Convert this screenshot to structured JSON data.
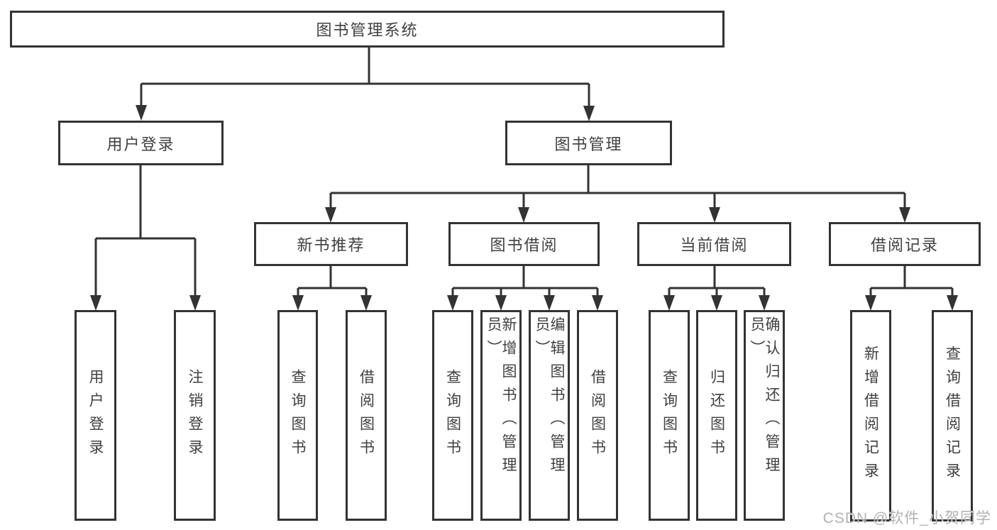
{
  "diagram": {
    "root": {
      "label": "图书管理系统"
    },
    "level1": [
      {
        "label": "用户登录",
        "parent": "图书管理系统"
      },
      {
        "label": "图书管理",
        "parent": "图书管理系统"
      }
    ],
    "level2": [
      {
        "label": "新书推荐",
        "parent": "图书管理"
      },
      {
        "label": "图书借阅",
        "parent": "图书管理"
      },
      {
        "label": "当前借阅",
        "parent": "图书管理"
      },
      {
        "label": "借阅记录",
        "parent": "图书管理"
      }
    ],
    "leaves": [
      {
        "label": "用户登录",
        "parent": "用户登录"
      },
      {
        "label": "注销登录",
        "parent": "用户登录"
      },
      {
        "label": "查询图书",
        "parent": "新书推荐"
      },
      {
        "label": "借阅图书",
        "parent": "新书推荐"
      },
      {
        "label": "查询图书",
        "parent": "图书借阅"
      },
      {
        "label": "新增图书（管理员）",
        "parent": "图书借阅"
      },
      {
        "label": "编辑图书（管理员）",
        "parent": "图书借阅"
      },
      {
        "label": "借阅图书",
        "parent": "图书借阅"
      },
      {
        "label": "查询图书",
        "parent": "当前借阅"
      },
      {
        "label": "归还图书",
        "parent": "当前借阅"
      },
      {
        "label": "确认归还（管理员）",
        "parent": "当前借阅"
      },
      {
        "label": "新增借阅记录",
        "parent": "借阅记录"
      },
      {
        "label": "查询借阅记录",
        "parent": "借阅记录"
      }
    ]
  },
  "watermark": {
    "text": "CSDN @软件_小贺同学"
  },
  "colors": {
    "line": "#333333",
    "node_text": "#404040",
    "node_background": "#ffffff",
    "watermark_text": "#b2b2b2",
    "page_background": "#ffffff"
  }
}
